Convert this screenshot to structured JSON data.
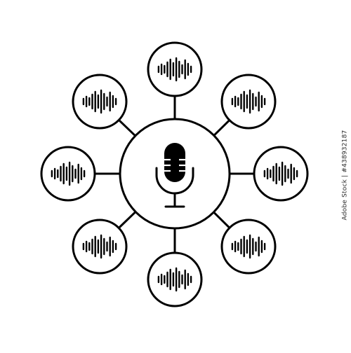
{
  "image_id_text": "Adobe Stock | #438932187",
  "colors": {
    "stroke": "#000000",
    "background": "#ffffff"
  },
  "diagram": {
    "hub": {
      "icon": "microphone-icon"
    },
    "nodes": [
      {
        "icon": "sound-wave-icon",
        "direction": "top"
      },
      {
        "icon": "sound-wave-icon",
        "direction": "top-right"
      },
      {
        "icon": "sound-wave-icon",
        "direction": "right"
      },
      {
        "icon": "sound-wave-icon",
        "direction": "bottom-right"
      },
      {
        "icon": "sound-wave-icon",
        "direction": "bottom"
      },
      {
        "icon": "sound-wave-icon",
        "direction": "bottom-left"
      },
      {
        "icon": "sound-wave-icon",
        "direction": "left"
      },
      {
        "icon": "sound-wave-icon",
        "direction": "top-left"
      }
    ]
  }
}
